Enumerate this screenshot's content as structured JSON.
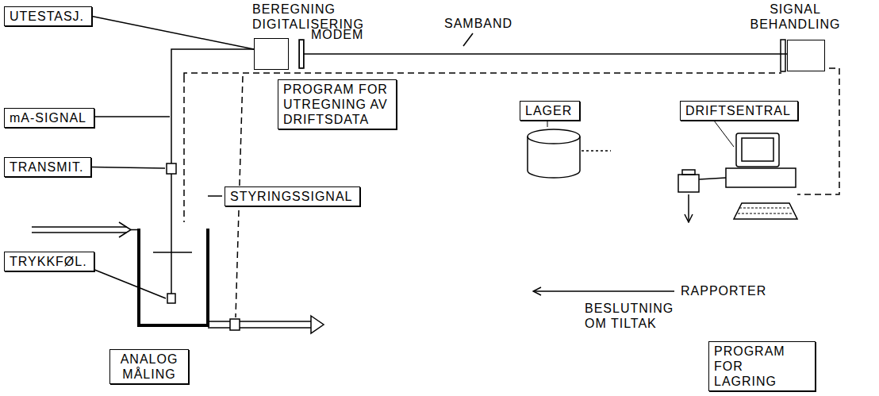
{
  "diagram": {
    "nodes": [
      {
        "text": [
          "UTESTASJ."
        ]
      },
      {
        "text": [
          "mA-SIGNAL"
        ]
      },
      {
        "text": [
          "TRANSMIT."
        ]
      },
      {
        "text": [
          "TRYKKFØL."
        ]
      },
      {
        "text": [
          "ANALOG MÅLING"
        ]
      },
      {
        "text": [
          "STYRINGSSIGNAL"
        ]
      },
      {
        "text": [
          "BEREGNING DIGITALISERING"
        ]
      },
      {
        "text": [
          "MODEM"
        ]
      },
      {
        "text": [
          "PROGRAM FOR UTREGNING AV DRIFTSDATA"
        ]
      },
      {
        "text": [
          "SIGNAL BEHANDLING"
        ]
      },
      {
        "text": [
          "LAGER"
        ]
      },
      {
        "text": [
          "DRIFTSENTRAL"
        ]
      },
      {
        "text": [
          "PROGRAM FOR LAGRING"
        ]
      }
    ],
    "edges": [
      {
        "from": 0,
        "to": 6,
        "arrow": "none"
      },
      {
        "from": 7,
        "to": 9,
        "arrow": "none"
      }
    ],
    "labels": [
      "SAMBAND",
      "RAPPORTER",
      "BESLUTNING OM TILTAK"
    ]
  }
}
